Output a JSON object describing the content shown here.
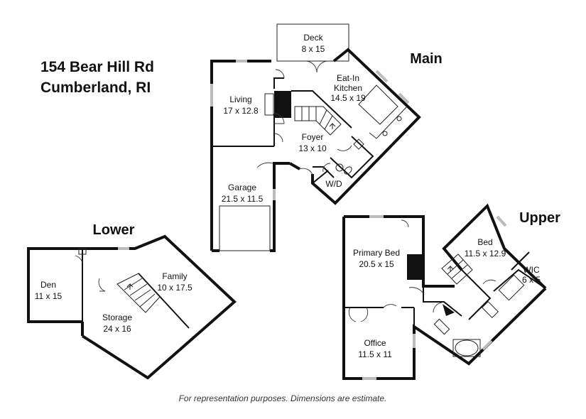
{
  "address": {
    "line1": "154 Bear Hill Rd",
    "line2": "Cumberland, RI"
  },
  "floors": {
    "main": "Main",
    "lower": "Lower",
    "upper": "Upper"
  },
  "rooms": {
    "deck": {
      "name": "Deck",
      "dim": "8 x 15"
    },
    "kitchen": {
      "name1": "Eat-In",
      "name2": "Kitchen",
      "dim": "14.5 x 19"
    },
    "living": {
      "name": "Living",
      "dim": "17 x 12.8"
    },
    "foyer": {
      "name": "Foyer",
      "dim": "13 x 10"
    },
    "wd": {
      "name": "W/D"
    },
    "garage": {
      "name": "Garage",
      "dim": "21.5 x 11.5"
    },
    "den": {
      "name": "Den",
      "dim": "11 x 15"
    },
    "family": {
      "name": "Family",
      "dim": "10 x 17.5"
    },
    "storage": {
      "name": "Storage",
      "dim": "24 x 16"
    },
    "primary": {
      "name": "Primary Bed",
      "dim": "20.5 x 15"
    },
    "bed": {
      "name": "Bed",
      "dim": "11.5 x 12.9"
    },
    "wic": {
      "name": "WIC",
      "dim": "6 x 5"
    },
    "office": {
      "name": "Office",
      "dim": "11.5 x 11"
    }
  },
  "footer": "For representation purposes. Dimensions are estimate."
}
